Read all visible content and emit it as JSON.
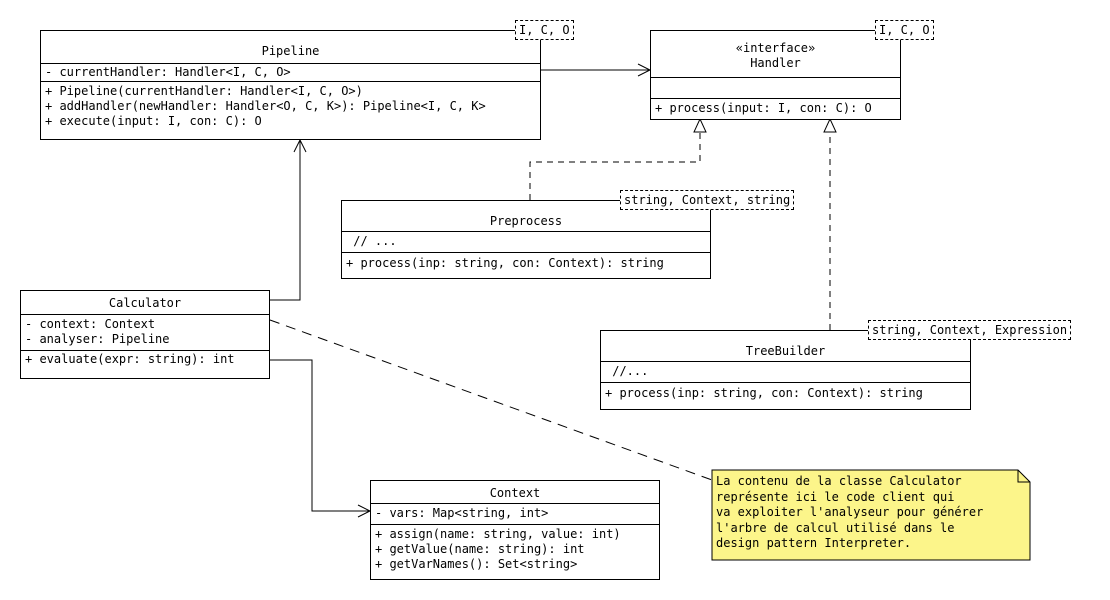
{
  "classes": {
    "pipeline": {
      "name": "Pipeline",
      "template": "I, C, O",
      "attributes": [
        "- currentHandler: Handler<I, C, O>"
      ],
      "operations": [
        "+ Pipeline(currentHandler: Handler<I, C, O>)",
        "+ addHandler(newHandler: Handler<O, C, K>): Pipeline<I, C, K>",
        "+ execute(input: I, con: C): O"
      ]
    },
    "handler": {
      "stereotype": "«interface»",
      "name": "Handler",
      "template": "I, C, O",
      "operations": [
        "+ process(input: I, con: C): O"
      ]
    },
    "preprocess": {
      "name": "Preprocess",
      "template": "string, Context, string",
      "attributes": [
        " // ..."
      ],
      "operations": [
        "+ process(inp: string, con: Context): string"
      ]
    },
    "treebuilder": {
      "name": "TreeBuilder",
      "template": "string, Context, Expression",
      "attributes": [
        " //..."
      ],
      "operations": [
        "+ process(inp: string, con: Context): string"
      ]
    },
    "calculator": {
      "name": "Calculator",
      "attributes": [
        "- context: Context",
        "- analyser: Pipeline"
      ],
      "operations": [
        "+ evaluate(expr: string): int"
      ]
    },
    "context": {
      "name": "Context",
      "attributes": [
        "- vars: Map<string, int>"
      ],
      "operations": [
        "+ assign(name: string, value: int)",
        "+ getValue(name: string): int",
        "+ getVarNames(): Set<string>"
      ]
    }
  },
  "note": {
    "lines": [
      "La contenu de la classe Calculator",
      "représente ici le code client qui",
      "va exploiter l'analyseur pour générer",
      "l'arbre de calcul utilisé dans le",
      "design pattern Interpreter."
    ]
  },
  "colors": {
    "note_fill": "#fcf58a",
    "line": "#000000"
  }
}
